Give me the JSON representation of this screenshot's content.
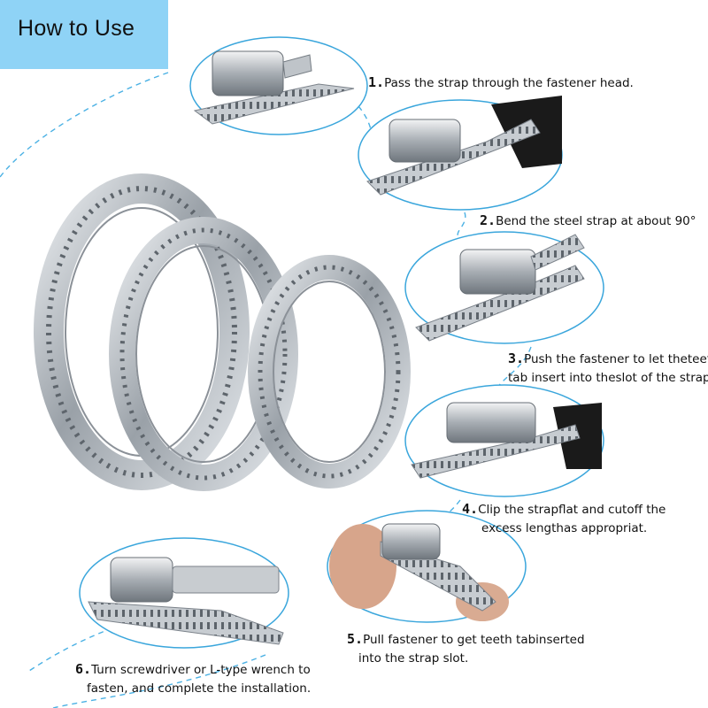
{
  "header": {
    "title": "How to Use"
  },
  "steps": [
    {
      "num": "1.",
      "line1": "Pass the strap through the fastener head.",
      "line2": ""
    },
    {
      "num": "2.",
      "line1": "Bend the steel strap at about 90°",
      "line2": ""
    },
    {
      "num": "3.",
      "line1": "Push the fastener to let theteeth",
      "line2": "tab insert into theslot of the strap."
    },
    {
      "num": "4.",
      "line1": "Clip the strapflat and cutoff the",
      "line2": "excess lengthas appropriat."
    },
    {
      "num": "5.",
      "line1": "Pull fastener to get teeth tabinserted",
      "line2": "into the strap slot."
    },
    {
      "num": "6.",
      "line1": "Turn screwdriver or L-type wrench to",
      "line2": "fasten, and complete the installation."
    }
  ],
  "colors": {
    "header_bg": "#8fd3f6",
    "ellipse_stroke": "#3aa6dc",
    "dash": "#4bb1e4",
    "metal": "#b9bec4"
  }
}
